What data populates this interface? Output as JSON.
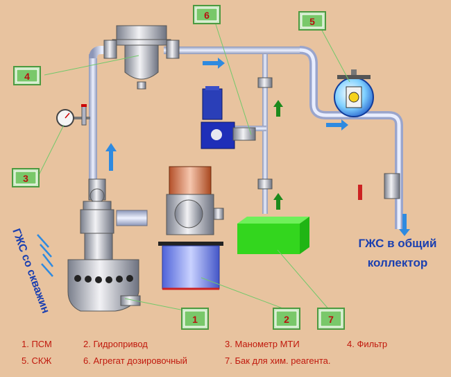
{
  "callouts": [
    {
      "id": "1",
      "label": "1"
    },
    {
      "id": "2",
      "label": "2"
    },
    {
      "id": "3",
      "label": "3"
    },
    {
      "id": "4",
      "label": "4"
    },
    {
      "id": "5",
      "label": "5"
    },
    {
      "id": "6",
      "label": "6"
    },
    {
      "id": "7",
      "label": "7"
    }
  ],
  "inflow_label": "ГЖС со скважин",
  "outflow_label_line1": "ГЖС в общий",
  "outflow_label_line2": "коллектор",
  "legend": [
    "1. ПСМ",
    "2. Гидропривод",
    "3. Манометр МТИ",
    "4. Фильтр",
    "5. СКЖ",
    "6. Агрегат дозировочный",
    "7. Бак для хим. реагента."
  ],
  "colors": {
    "background": "#e8c39f",
    "pipe": "#c8d2ef",
    "callout_bg": "#79c86a",
    "flow_arrow": "#2e8ae0",
    "up_arrow": "#1c8a1c",
    "legend_text": "#c0180c",
    "label_text": "#1a3fb0",
    "tank": "#33d61e",
    "pump": "#1f2fb8"
  }
}
